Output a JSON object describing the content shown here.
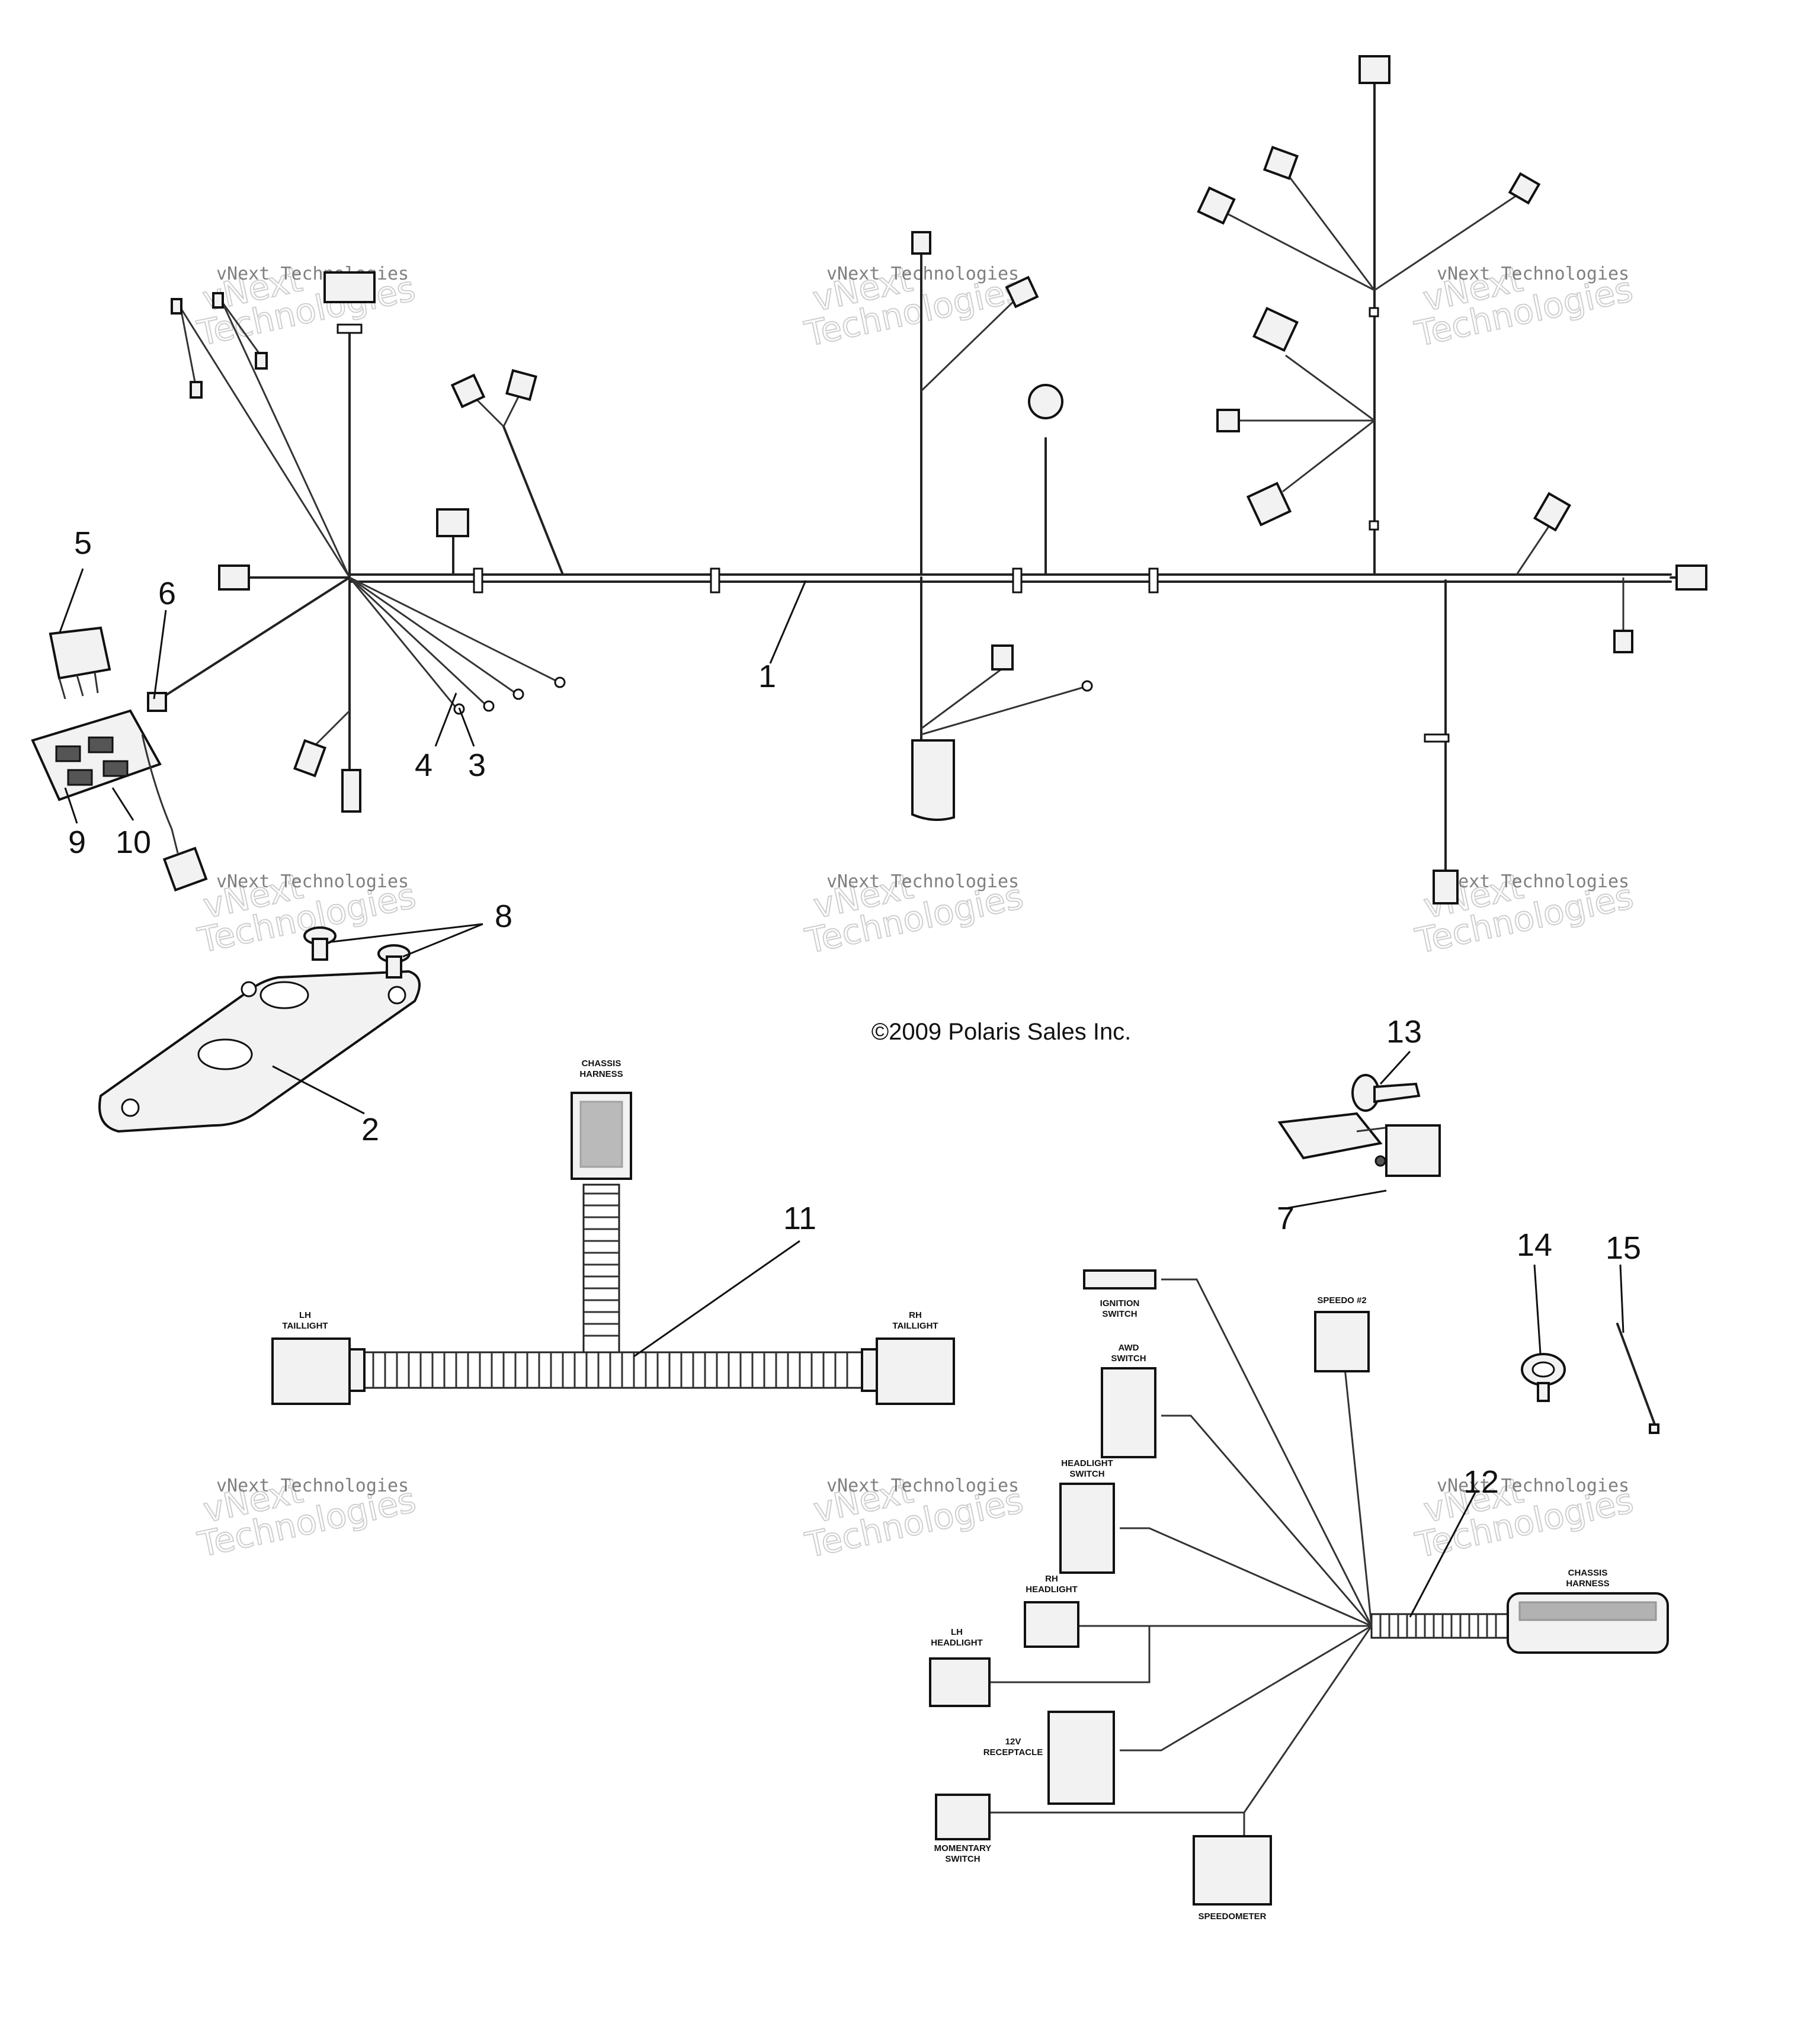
{
  "copyright": "©2009 Polaris Sales Inc.",
  "watermark": {
    "line1": "vNext Technologies",
    "line2_top": "vNext",
    "line2_bottom": "Technologies"
  },
  "callouts": [
    "1",
    "2",
    "3",
    "4",
    "5",
    "6",
    "7",
    "8",
    "9",
    "10",
    "11",
    "12",
    "13",
    "14",
    "15"
  ],
  "connector_labels": {
    "chassis_harness_top": [
      "CHASSIS",
      "HARNESS"
    ],
    "lh_taillight": [
      "LH",
      "TAILLIGHT"
    ],
    "rh_taillight": [
      "RH",
      "TAILLIGHT"
    ],
    "ignition_switch": [
      "IGNITION",
      "SWITCH"
    ],
    "awd_switch": [
      "AWD",
      "SWITCH"
    ],
    "headlight_switch": [
      "HEADLIGHT",
      "SWITCH"
    ],
    "rh_headlight": [
      "RH",
      "HEADLIGHT"
    ],
    "lh_headlight": [
      "LH",
      "HEADLIGHT"
    ],
    "receptacle_12v": [
      "12V",
      "RECEPTACLE"
    ],
    "momentary_switch": [
      "MOMENTARY",
      "SWITCH"
    ],
    "speedometer": "SPEEDOMETER",
    "speedo_2": "SPEEDO #2",
    "chassis_harness_right": [
      "CHASSIS",
      "HARNESS"
    ]
  }
}
